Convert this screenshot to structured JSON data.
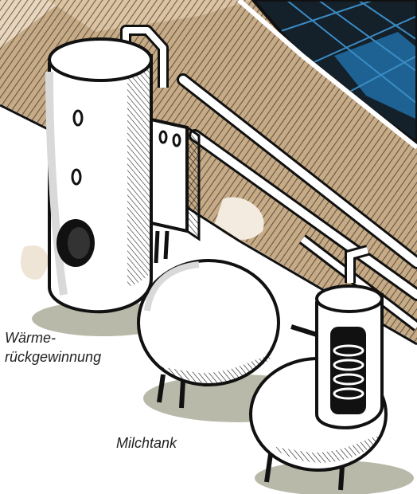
{
  "illustration": {
    "labels": {
      "heat_recovery_line1": "Wärme-",
      "heat_recovery_line2": "rückgewinnung",
      "milk_tank": "Milchtank"
    },
    "colors": {
      "ink": "#111111",
      "wall_brown": "#c7ab86",
      "wall_light": "#e9d6bd",
      "panel_dark": "#14202a",
      "panel_blue": "#1f6fa6",
      "tank_white": "#ffffff",
      "tank_shade": "#d9d9d9",
      "floor_shadow": "#b9b9a9"
    }
  }
}
